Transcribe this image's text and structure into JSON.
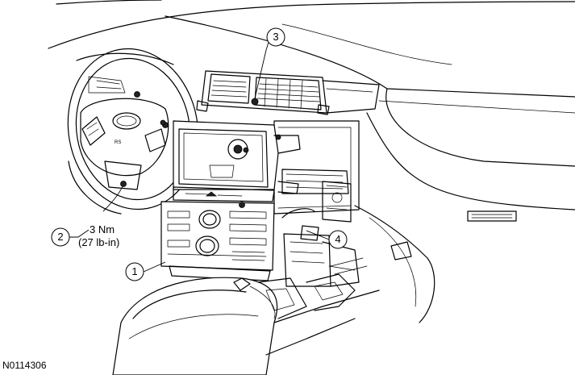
{
  "callouts": [
    {
      "label": "1"
    },
    {
      "label": "2"
    },
    {
      "label": "3"
    },
    {
      "label": "4"
    }
  ],
  "torque": {
    "metric": "3 Nm",
    "imperial": "(27 lb-in)"
  },
  "figure_id": "N0114306"
}
